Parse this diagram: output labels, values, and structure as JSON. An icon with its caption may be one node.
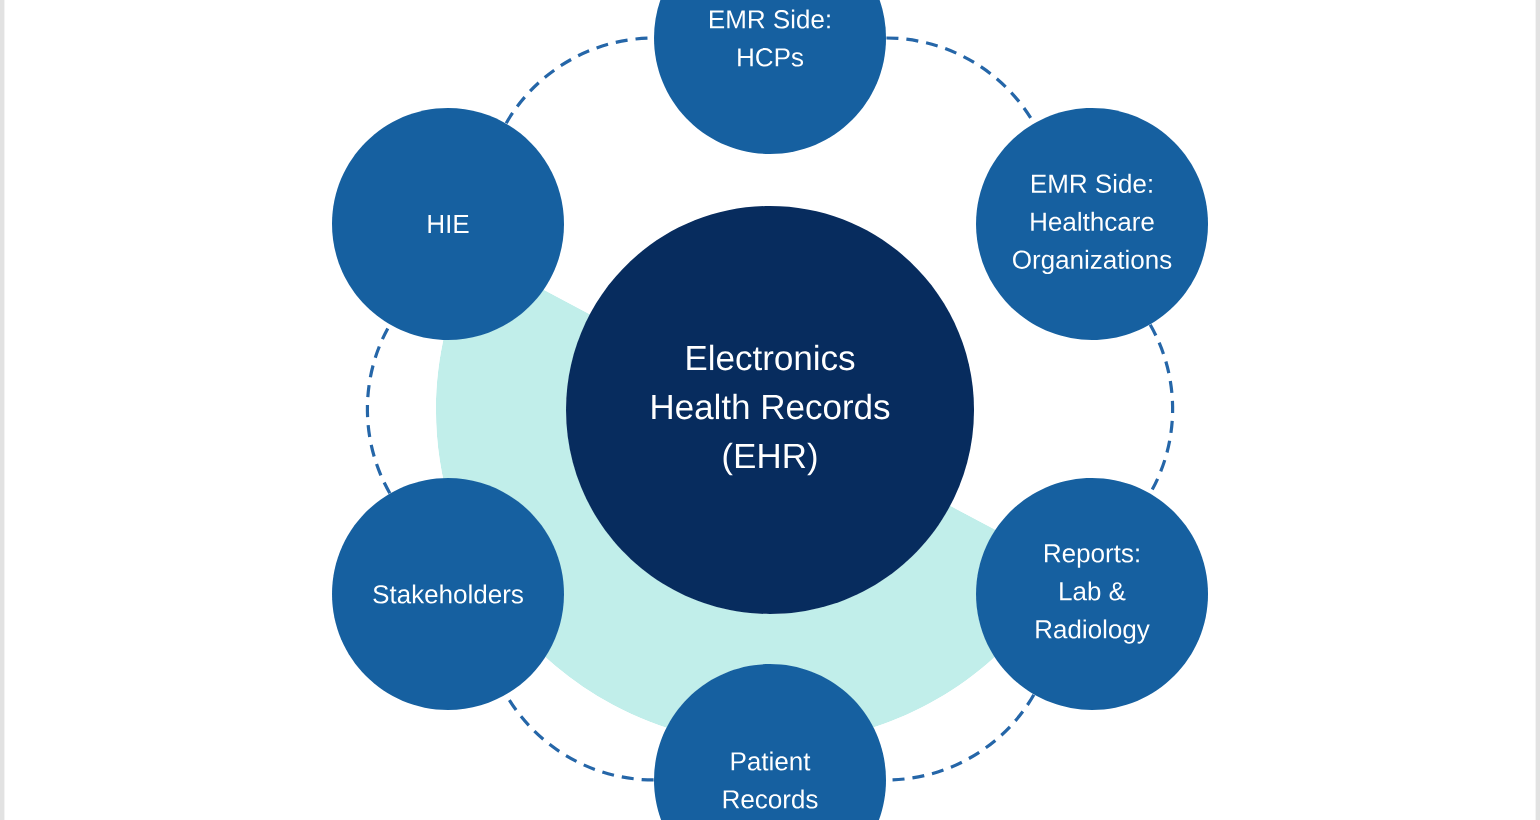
{
  "diagram": {
    "nodes": [
      {
        "text": [
          "EMR Side: HCPs"
        ]
      },
      {
        "text": [
          "HIE"
        ]
      },
      {
        "text": [
          "EMR Side: Healthcare Organizations"
        ]
      },
      {
        "text": [
          "Electronics Health Records (EHR)"
        ]
      },
      {
        "text": [
          "Stakeholders"
        ]
      },
      {
        "text": [
          "Reports: Lab & Radiology"
        ]
      },
      {
        "text": [
          "Patient Records"
        ]
      }
    ],
    "edges": [
      {
        "from": 0,
        "to": 2,
        "arrow": "none",
        "style": "dashed"
      },
      {
        "from": 2,
        "to": 5,
        "arrow": "none",
        "style": "dashed"
      },
      {
        "from": 5,
        "to": 6,
        "arrow": "none",
        "style": "dashed"
      },
      {
        "from": 6,
        "to": 4,
        "arrow": "none",
        "style": "dashed"
      },
      {
        "from": 4,
        "to": 1,
        "arrow": "none",
        "style": "dashed"
      },
      {
        "from": 1,
        "to": 0,
        "arrow": "none",
        "style": "dashed"
      }
    ]
  }
}
